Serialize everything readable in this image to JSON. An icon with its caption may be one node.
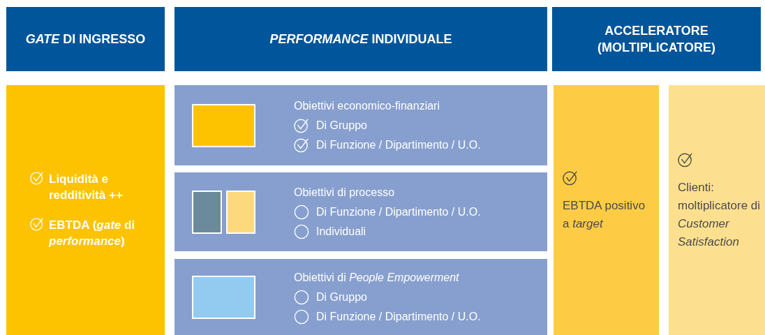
{
  "diagram": {
    "nodes": [
      {
        "text": [
          "*GATE* DI INGRESSO"
        ]
      },
      {
        "text": [
          "*PERFORMANCE* INDIVIDUALE"
        ]
      },
      {
        "text": [
          "ACCELERATORE (MOLTIPLICATORE)"
        ]
      },
      {
        "text": [
          "Liquidità e redditività ++",
          "EBTDA (*gate* di *performance*)"
        ]
      },
      {
        "text": [
          "Obiettivi economico-finanziari",
          "Di Gruppo",
          "Di Funzione / Dipartimento / U.O."
        ]
      },
      {
        "text": [
          "Obiettivi di processo",
          "Di Funzione / Dipartimento / U.O.",
          "Individuali"
        ]
      },
      {
        "text": [
          "Obiettivi di *People Empowerment*",
          "Di Gruppo",
          "Di Funzione / Dipartimento / U.O."
        ]
      },
      {
        "text": [
          "EBTDA positivo a *target*"
        ]
      },
      {
        "text": [
          "Clienti: moltiplicatore di *Customer Satisfaction*"
        ]
      }
    ]
  }
}
